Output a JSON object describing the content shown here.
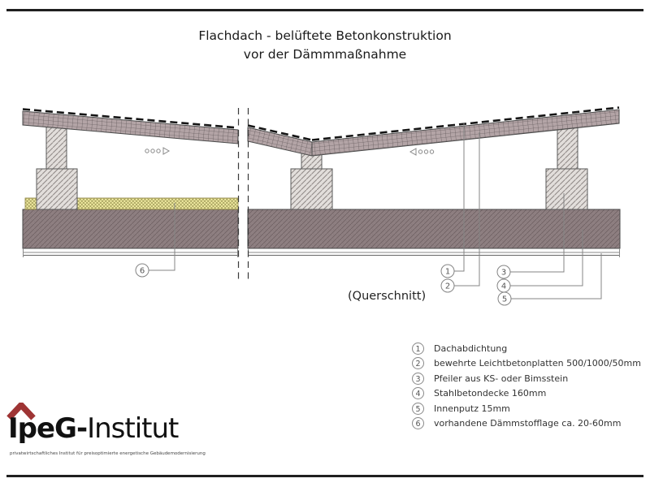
{
  "title": {
    "line1": "Flachdach - belüftete Betonkonstruktion",
    "line2": "vor der Dämmmaßnahme"
  },
  "caption": "(Querschnitt)",
  "legend": {
    "items": [
      {
        "num": "1",
        "label": "Dachabdichtung"
      },
      {
        "num": "2",
        "label": "bewehrte Leichtbetonplatten 500/1000/50mm"
      },
      {
        "num": "3",
        "label": "Pfeiler aus KS- oder Bimsstein"
      },
      {
        "num": "4",
        "label": "Stahlbetondecke 160mm"
      },
      {
        "num": "5",
        "label": "Innenputz 15mm"
      },
      {
        "num": "6",
        "label": "vorhandene Dämmstofflage ca. 20-60mm"
      }
    ]
  },
  "logo": {
    "brand_bold": "IpeG-",
    "brand_light": "Institut",
    "tagline": "privatwirtschaftliches Institut für preisoptimierte energetische Gebäudemodernisierung"
  },
  "colors": {
    "frame": "#1f1f1f",
    "roof_slab_fill": "#b3a4a6",
    "deck_fill": "#8e7f81",
    "pillar_fill": "#e2dedb",
    "insulation_fill": "#f4efa5",
    "roof_sealing_line": "#161616",
    "leader_line": "#848484",
    "logo_roof": "#9e3434"
  }
}
